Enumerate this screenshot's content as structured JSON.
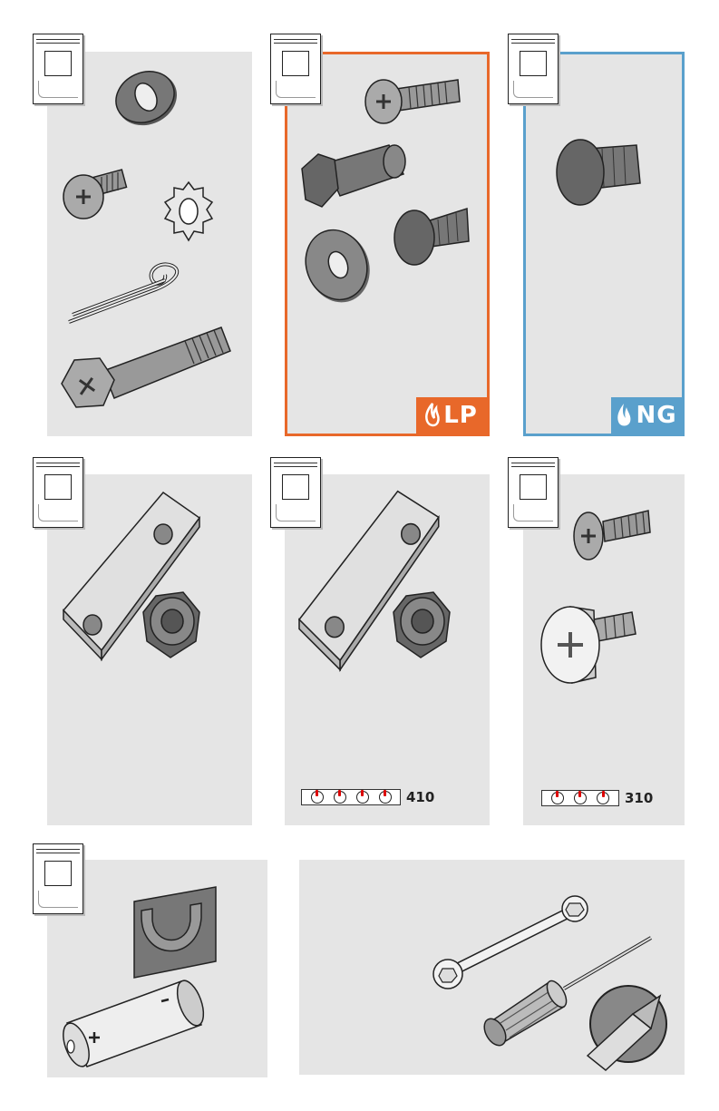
{
  "colors": {
    "lp": "#e8682a",
    "ng": "#5aa0cc",
    "panel": "#e5e5e5"
  },
  "badges": {
    "lp": "LP",
    "ng": "NG"
  },
  "counters": {
    "panel5": "410",
    "panel6": "310"
  },
  "icons": [
    "washer-icon",
    "screw-icon",
    "lock-washer-icon",
    "hairpin-clip-icon",
    "bolt-icon",
    "hex-spacer-icon",
    "push-rivet-icon",
    "flame-icon",
    "bracket-plate-icon",
    "flange-nut-icon",
    "flat-head-screw-icon",
    "thumb-screw-icon",
    "battery-clip-icon",
    "battery-icon",
    "wrench-icon",
    "screwdriver-icon",
    "bag-icon",
    "knob-icon"
  ]
}
